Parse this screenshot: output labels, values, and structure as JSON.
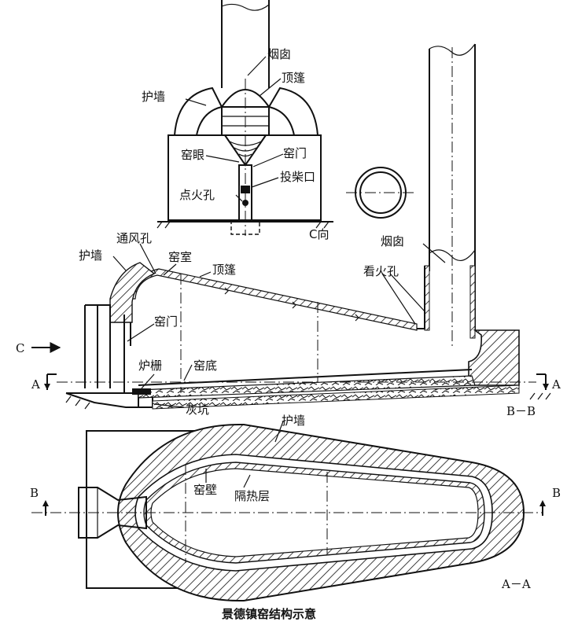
{
  "caption": "景德镇窑结构示意",
  "top_view": {
    "labels": {
      "chimney": "烟囱",
      "dome": "顶篷",
      "guard_wall": "护墙",
      "kiln_eye": "窑眼",
      "kiln_door": "窑门",
      "fuel_port": "投柴口",
      "ignition_hole": "点火孔"
    },
    "view_label": "C向"
  },
  "section_view": {
    "labels": {
      "vent_hole": "通风孔",
      "guard_wall": "护墙",
      "kiln_chamber": "窑室",
      "dome": "顶篷",
      "kiln_door": "窑门",
      "grate": "炉栅",
      "kiln_floor": "窑底",
      "ash_pit": "灰坑",
      "chimney": "烟囱",
      "peep_hole": "看火孔"
    },
    "direction_arrow": "C",
    "section_mark_left": "A",
    "section_mark_right": "A",
    "section_label": "B－B"
  },
  "plan_view": {
    "labels": {
      "guard_wall": "护墙",
      "kiln_wall": "窑壁",
      "insulation": "隔热层"
    },
    "section_mark_left": "B",
    "section_mark_right": "B",
    "section_label": "A－A"
  }
}
